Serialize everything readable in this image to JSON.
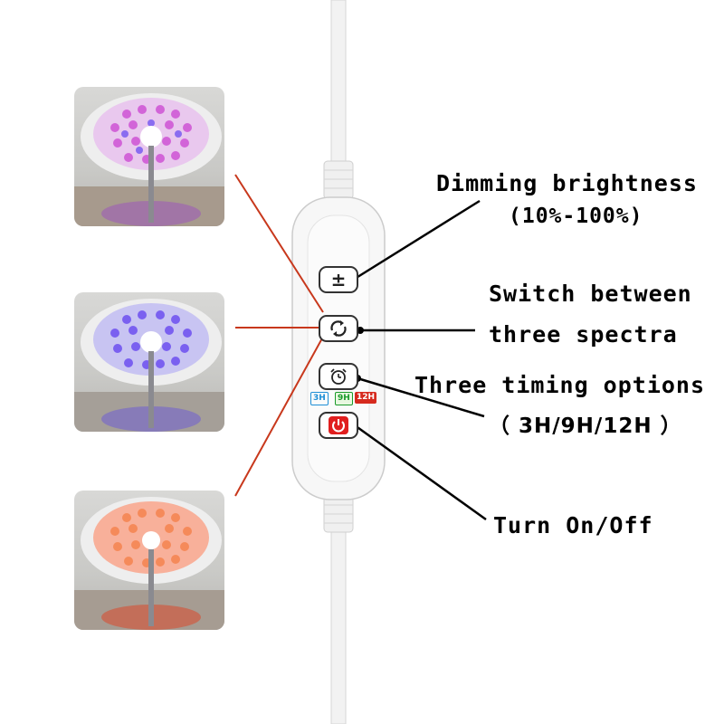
{
  "labels": {
    "dimming": "Dimming brightness",
    "dimming_range": "(10%-100%)",
    "switch_line1": "Switch between",
    "switch_line2": "three spectra",
    "timing": "Three timing options",
    "timing_hours": "（ 3H/9H/12H ）",
    "power": "Turn On/Off"
  },
  "badges": {
    "three_hours": "3H",
    "nine_hours": "9H",
    "twelve_hours": "12H"
  },
  "buttons": {
    "dimmer_symbol": "±"
  },
  "colors": {
    "pointer_line": "#000000",
    "spectrum_line": "#c8381c",
    "power_red": "#e01e1e"
  }
}
